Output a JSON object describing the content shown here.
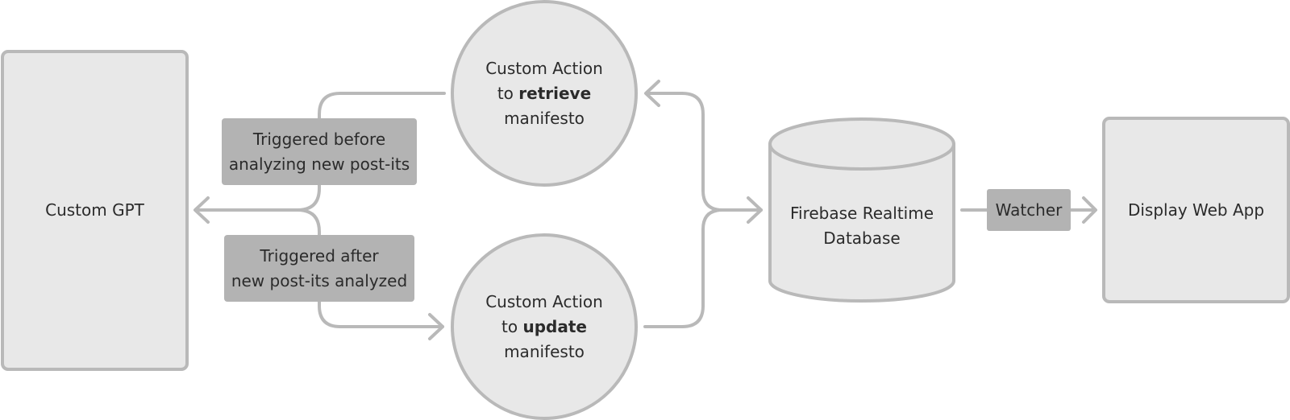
{
  "nodes": {
    "custom_gpt": {
      "label": "Custom GPT"
    },
    "retrieve_action": {
      "line1": "Custom Action",
      "line2_prefix": "to ",
      "line2_bold": "retrieve",
      "line3": "manifesto"
    },
    "update_action": {
      "line1": "Custom Action",
      "line2_prefix": "to ",
      "line2_bold": "update",
      "line3": "manifesto"
    },
    "firebase": {
      "line1": "Firebase Realtime",
      "line2": "Database"
    },
    "display_app": {
      "label": "Display Web App"
    }
  },
  "labels": {
    "before": {
      "line1": "Triggered before",
      "line2": "analyzing new post-its"
    },
    "after": {
      "line1": "Triggered after",
      "line2": "new post-its analyzed"
    },
    "watcher": "Watcher"
  },
  "colors": {
    "node_fill": "#e8e8e8",
    "node_stroke": "#b9b9b9",
    "label_fill": "#b3b3b3",
    "edge_stroke": "#b9b9b9",
    "text": "#2b2b2b"
  }
}
